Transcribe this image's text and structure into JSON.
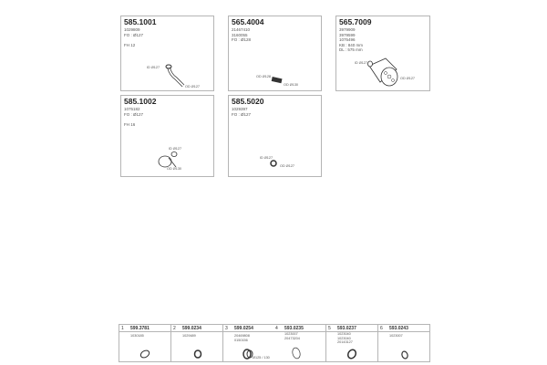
{
  "parts": [
    {
      "number": "585.1001",
      "info": [
        "1029809",
        "FO : Ø127",
        "",
        "FH 12"
      ],
      "labels": [
        "ID Ø127",
        "OD Ø127"
      ]
    },
    {
      "number": "565.4004",
      "info": [
        "21467410",
        "3160055",
        "FO : Ø128"
      ],
      "labels": [
        "OD Ø128",
        "OD Ø130"
      ]
    },
    {
      "number": "565.7009",
      "info": [
        "3979909",
        "3979599",
        "1075496",
        "KB : 840 mm",
        "DL : 575 mm"
      ],
      "labels": [
        "ID Ø127",
        "OD Ø127"
      ]
    },
    {
      "number": "585.1002",
      "info": [
        "1075182",
        "FO : Ø127",
        "",
        "FH 16"
      ],
      "labels": [
        "ID Ø127",
        "OD Ø130"
      ]
    },
    {
      "number": "585.5020",
      "info": [
        "1029397",
        "FO : Ø127"
      ],
      "labels": [
        "ID Ø127",
        "OD Ø127"
      ]
    }
  ],
  "accessories": [
    {
      "index": "1",
      "number": "599.3781",
      "refs": [
        "1030185"
      ]
    },
    {
      "index": "2",
      "number": "599.0234",
      "refs": [
        "1029489"
      ]
    },
    {
      "index": "3",
      "number": "599.0254",
      "refs": [
        "20469808",
        "0150156"
      ],
      "label": "Ø125 / 130"
    },
    {
      "index": "4",
      "number": "593.0235",
      "refs": [
        "1023007",
        "20473204"
      ]
    },
    {
      "index": "5",
      "number": "593.0237",
      "refs": [
        "1023040",
        "1023040",
        "20143127"
      ]
    },
    {
      "index": "6",
      "number": "593.0243",
      "refs": [
        "1023007"
      ]
    }
  ]
}
